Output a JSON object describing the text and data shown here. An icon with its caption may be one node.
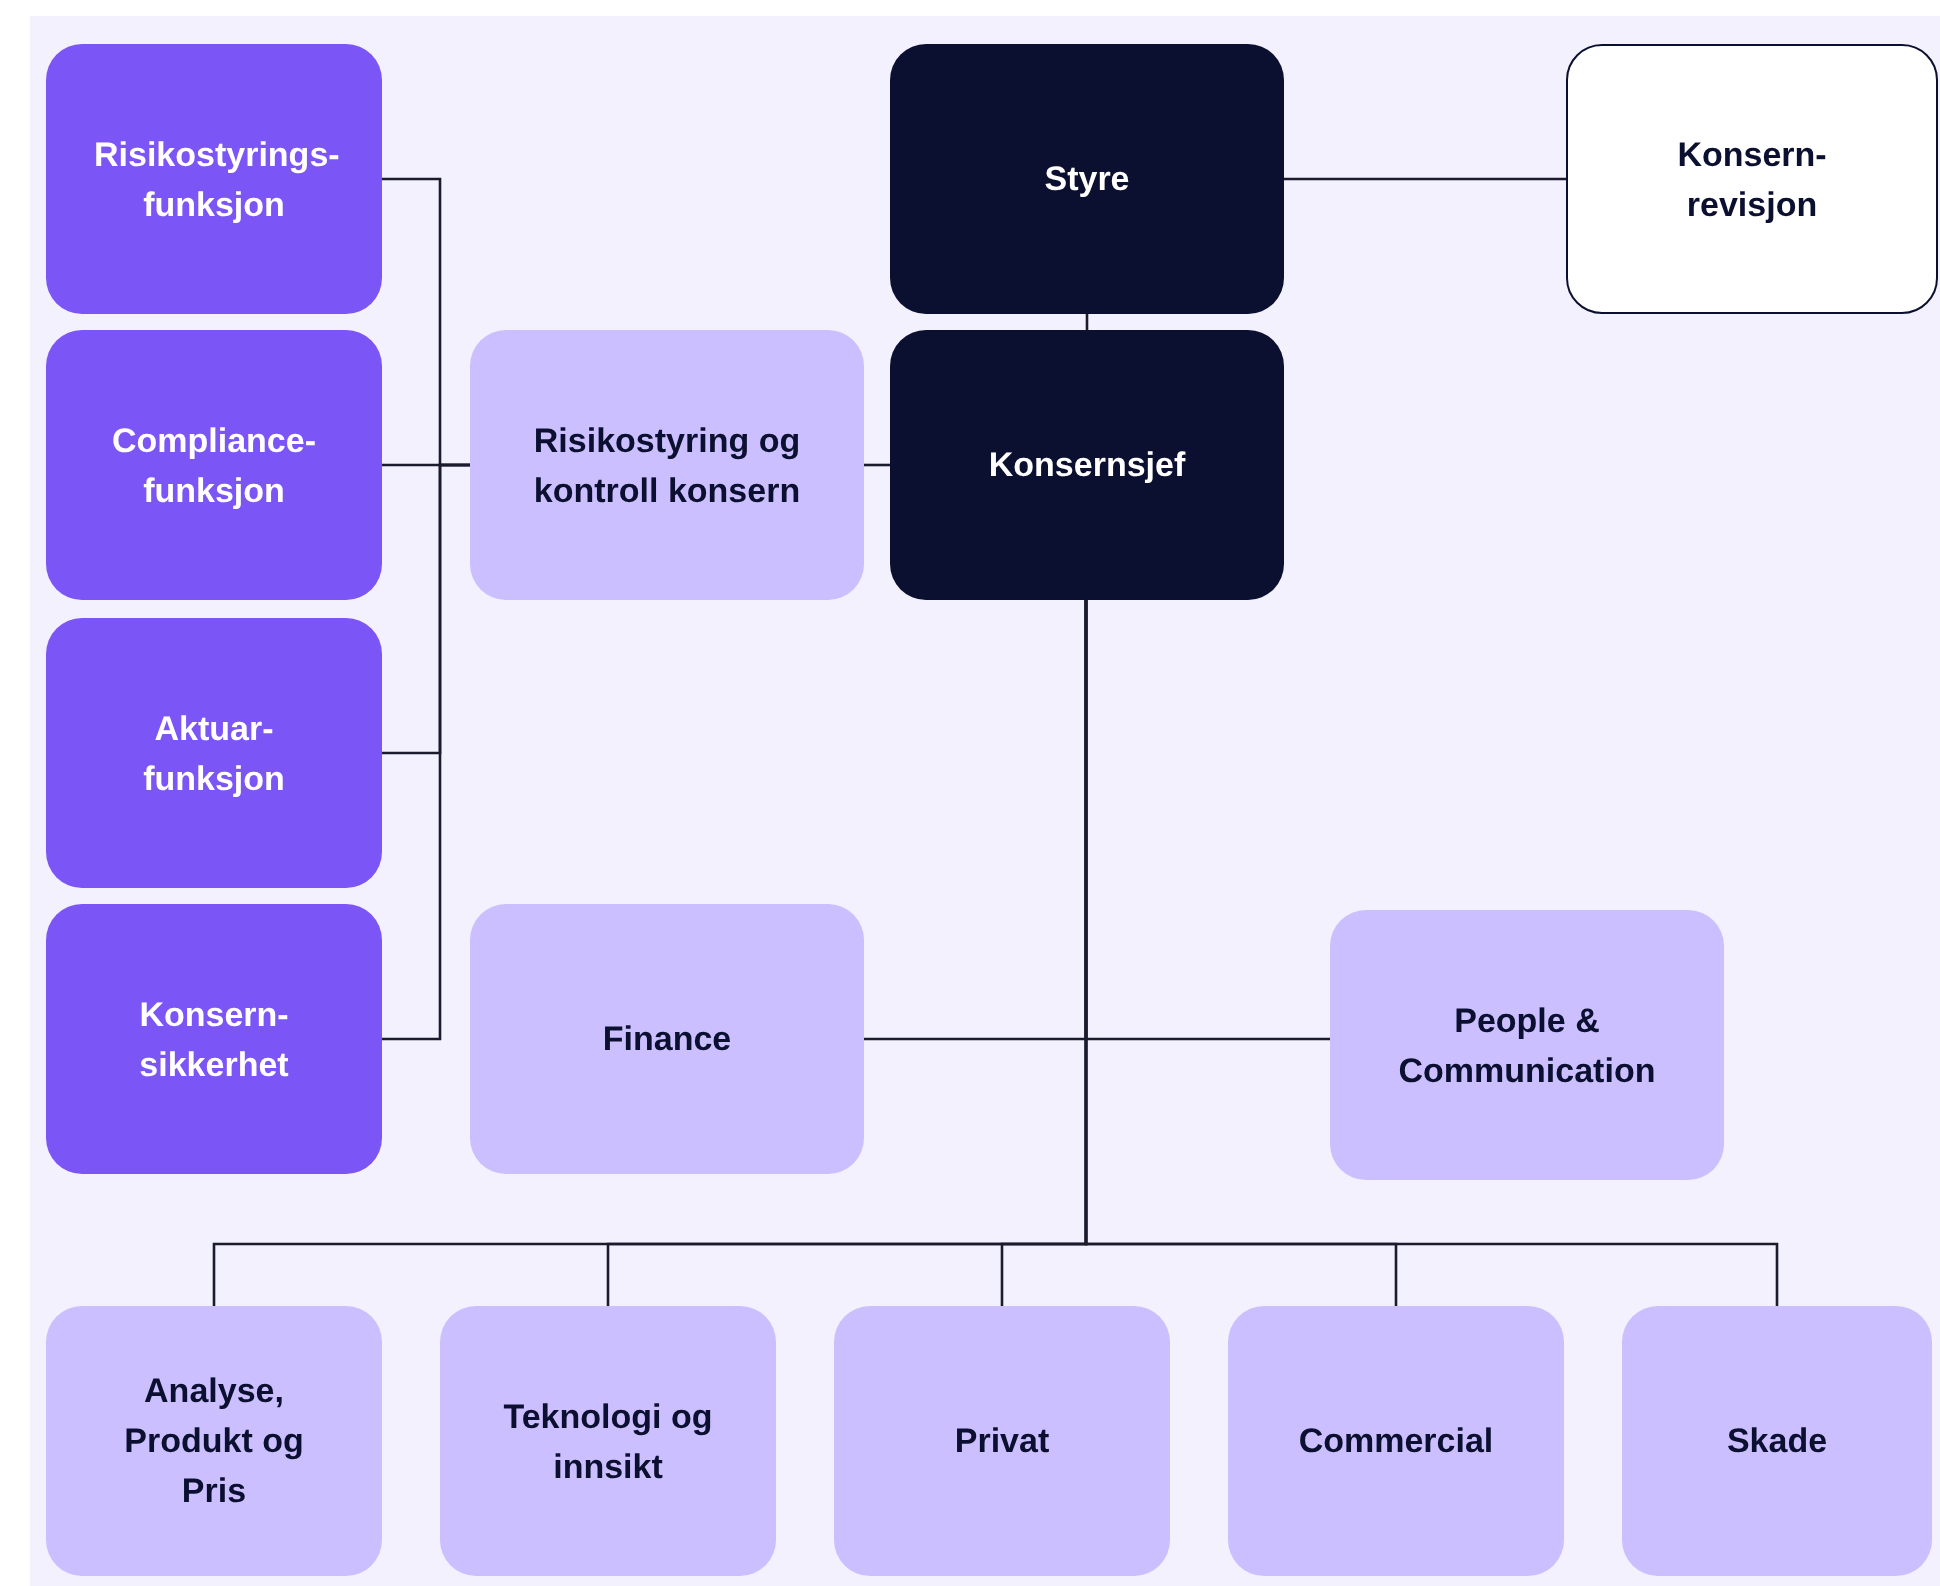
{
  "diagram": {
    "nodes": [
      {
        "text": [
          "Risikostyrings-funksjon"
        ]
      },
      {
        "text": [
          "Compliance-funksjon"
        ]
      },
      {
        "text": [
          "Aktuar-funksjon"
        ]
      },
      {
        "text": [
          "Konsern-sikkerhet"
        ]
      },
      {
        "text": [
          "Styre"
        ]
      },
      {
        "text": [
          "Konsern-revisjon"
        ]
      },
      {
        "text": [
          "Risikostyring og kontroll konsern"
        ]
      },
      {
        "text": [
          "Konsernsjef"
        ]
      },
      {
        "text": [
          "Finance"
        ]
      },
      {
        "text": [
          "People & Communication"
        ]
      },
      {
        "text": [
          "Analyse, Produkt og Pris"
        ]
      },
      {
        "text": [
          "Teknologi og innsikt"
        ]
      },
      {
        "text": [
          "Privat"
        ]
      },
      {
        "text": [
          "Commercial"
        ]
      },
      {
        "text": [
          "Skade"
        ]
      }
    ],
    "edges": [
      {
        "from": 4,
        "to": 5,
        "arrow": "none"
      },
      {
        "from": 4,
        "to": 7,
        "arrow": "none"
      },
      {
        "from": 7,
        "to": 6,
        "arrow": "none"
      },
      {
        "from": 6,
        "to": 0,
        "arrow": "none"
      },
      {
        "from": 6,
        "to": 1,
        "arrow": "none"
      },
      {
        "from": 6,
        "to": 2,
        "arrow": "none"
      },
      {
        "from": 6,
        "to": 3,
        "arrow": "none"
      },
      {
        "from": 7,
        "to": 8,
        "arrow": "none"
      },
      {
        "from": 7,
        "to": 9,
        "arrow": "none"
      },
      {
        "from": 7,
        "to": 10,
        "arrow": "none"
      },
      {
        "from": 7,
        "to": 11,
        "arrow": "none"
      },
      {
        "from": 7,
        "to": 12,
        "arrow": "none"
      },
      {
        "from": 7,
        "to": 13,
        "arrow": "none"
      },
      {
        "from": 7,
        "to": 14,
        "arrow": "none"
      }
    ]
  }
}
